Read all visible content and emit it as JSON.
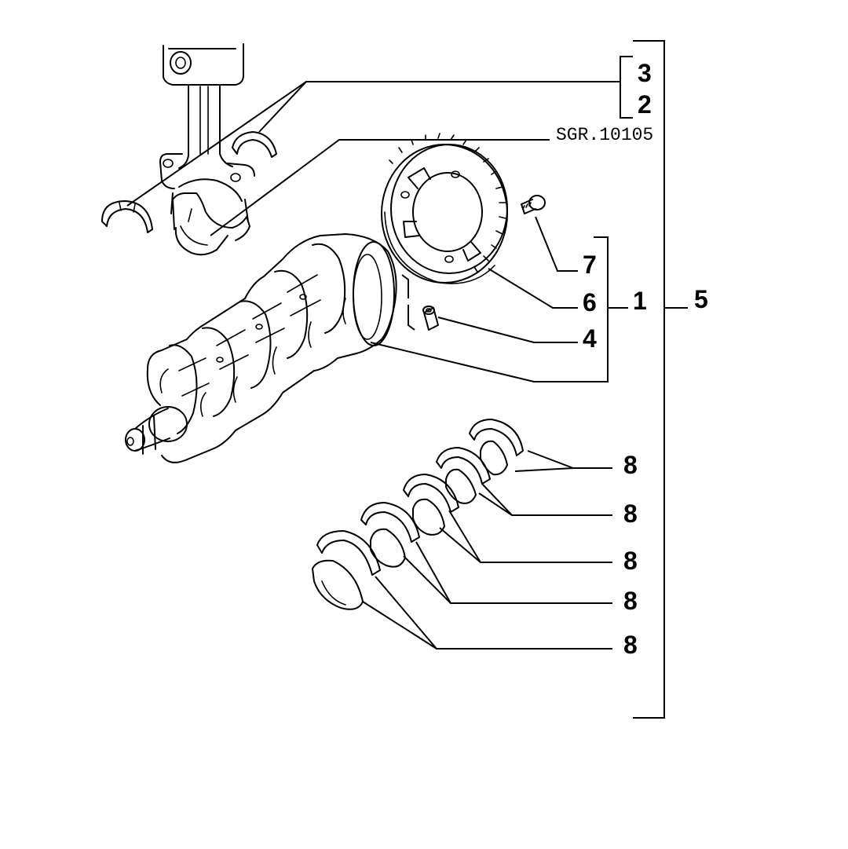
{
  "drawing_ref": "SGR.10105",
  "callouts": {
    "c3": "3",
    "c2": "2",
    "c7": "7",
    "c6": "6",
    "c1": "1",
    "c5": "5",
    "c4": "4",
    "c8a": "8",
    "c8b": "8",
    "c8c": "8",
    "c8d": "8",
    "c8e": "8"
  }
}
